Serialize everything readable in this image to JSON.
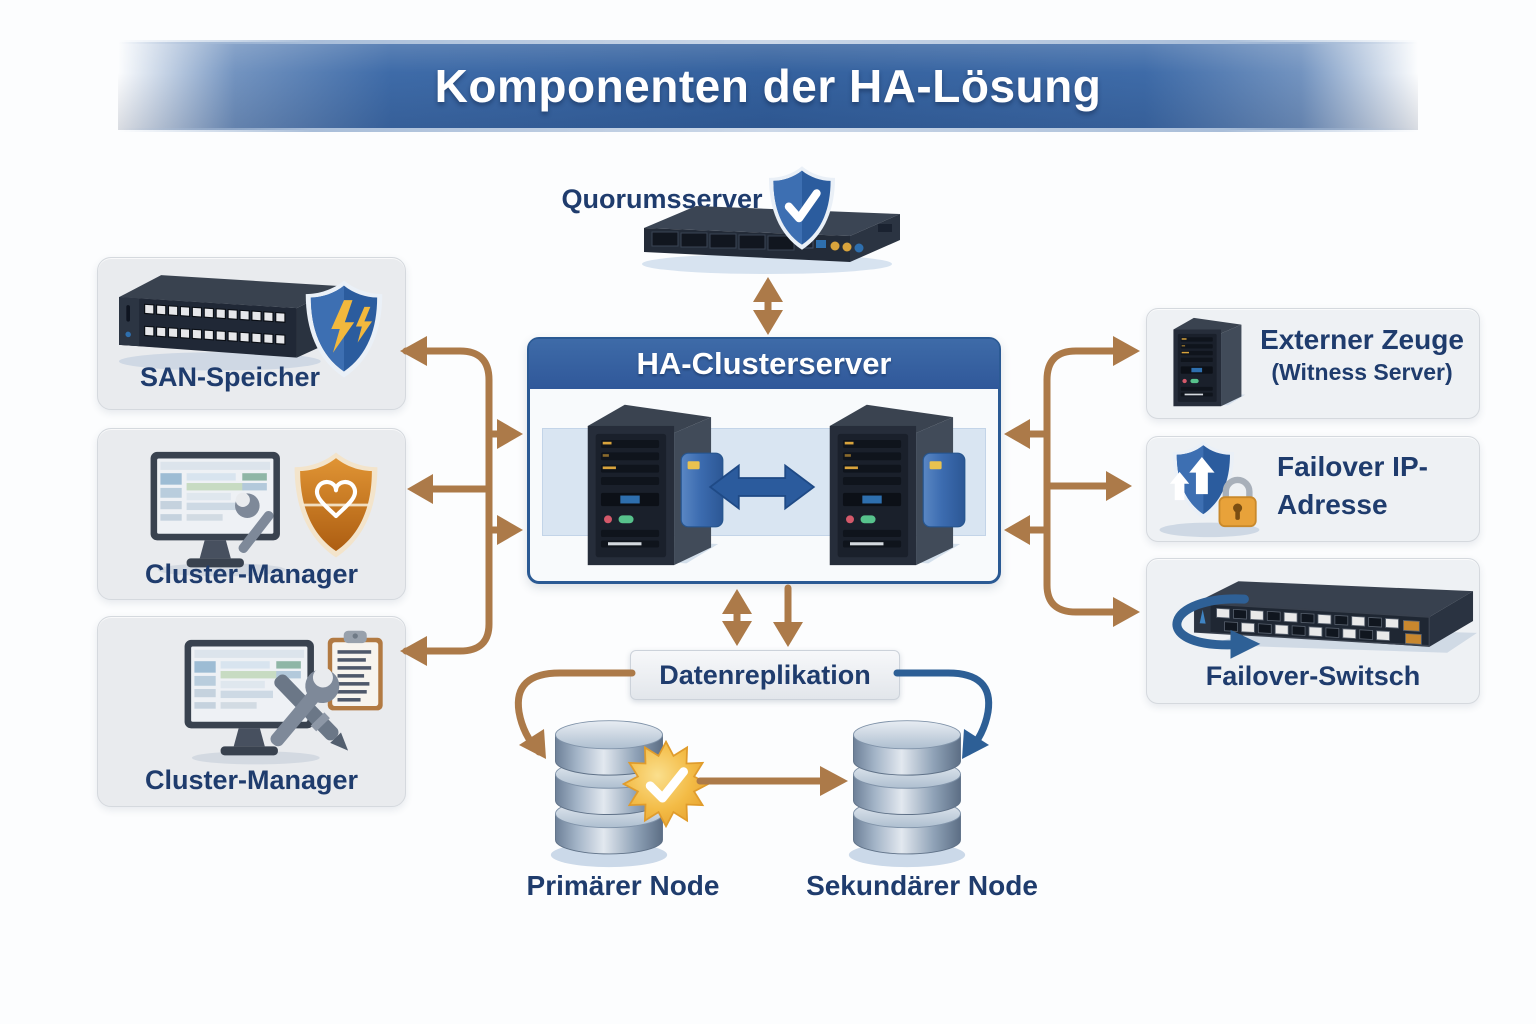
{
  "title": "Komponenten der HA-Lösung",
  "palette": {
    "banner_blue": "#34619e",
    "label_navy": "#1f3c6d",
    "arrow_brown": "#ac7a49",
    "arrow_blue": "#2d5f96",
    "card_gray": "#e9ebee",
    "card_light": "#eef1f4",
    "box_border_blue": "#2b5a94",
    "header_blue": "#35639f",
    "band_blue": "#d9e5f2",
    "shield_blue": "#2b5c9e",
    "shield_orange": "#c97a22",
    "gold": "#f2b83d"
  },
  "top": {
    "label": "Quorumsserver",
    "icon": "rack-server-with-check-shield"
  },
  "center": {
    "label": "HA-Clusterserver",
    "icon": "dual-tower-servers-with-sync-arrow"
  },
  "left_cards": [
    {
      "label": "SAN-Speicher",
      "icon": "storage-array-with-lightning-shield"
    },
    {
      "label": "Cluster-Manager",
      "icon": "monitor-wrench-with-heart-shield"
    },
    {
      "label": "Cluster-Manager",
      "icon": "monitor-tools-with-clipboard"
    }
  ],
  "right_cards": [
    {
      "line1": "Externer Zeuge",
      "line2": "(Witness Server)",
      "icon": "tower-server"
    },
    {
      "line1": "Failover IP-",
      "line2": "Adresse",
      "icon": "shield-up-arrows-with-padlock"
    },
    {
      "label": "Failover-Switsch",
      "icon": "network-switch-with-cycle-arrow"
    }
  ],
  "bottom": {
    "replication_label": "Datenreplikation",
    "primary_label": "Primärer Node",
    "secondary_label": "Sekundärer Node",
    "primary_icon": "database-stack-with-check-badge",
    "secondary_icon": "database-stack"
  },
  "edges": [
    {
      "from": "quorum",
      "to": "cluster",
      "color": "brown",
      "bidirectional": true
    },
    {
      "from": "cluster",
      "to": "san",
      "color": "brown",
      "bidirectional": true
    },
    {
      "from": "cluster",
      "to": "cluster-manager-1",
      "color": "brown",
      "bidirectional": true
    },
    {
      "from": "cluster",
      "to": "cluster-manager-2",
      "color": "brown",
      "bidirectional": false
    },
    {
      "from": "cluster",
      "to": "witness",
      "color": "brown",
      "bidirectional": true
    },
    {
      "from": "cluster",
      "to": "failover-ip",
      "color": "brown",
      "bidirectional": true
    },
    {
      "from": "cluster",
      "to": "failover-switch",
      "color": "brown",
      "bidirectional": true
    },
    {
      "from": "cluster",
      "to": "replication",
      "color": "brown",
      "bidirectional": true
    },
    {
      "from": "replication",
      "to": "primary-node",
      "color": "brown",
      "bidirectional": false
    },
    {
      "from": "replication",
      "to": "secondary-node",
      "color": "blue",
      "bidirectional": false
    },
    {
      "from": "primary-node",
      "to": "secondary-node",
      "color": "brown",
      "bidirectional": false
    }
  ]
}
